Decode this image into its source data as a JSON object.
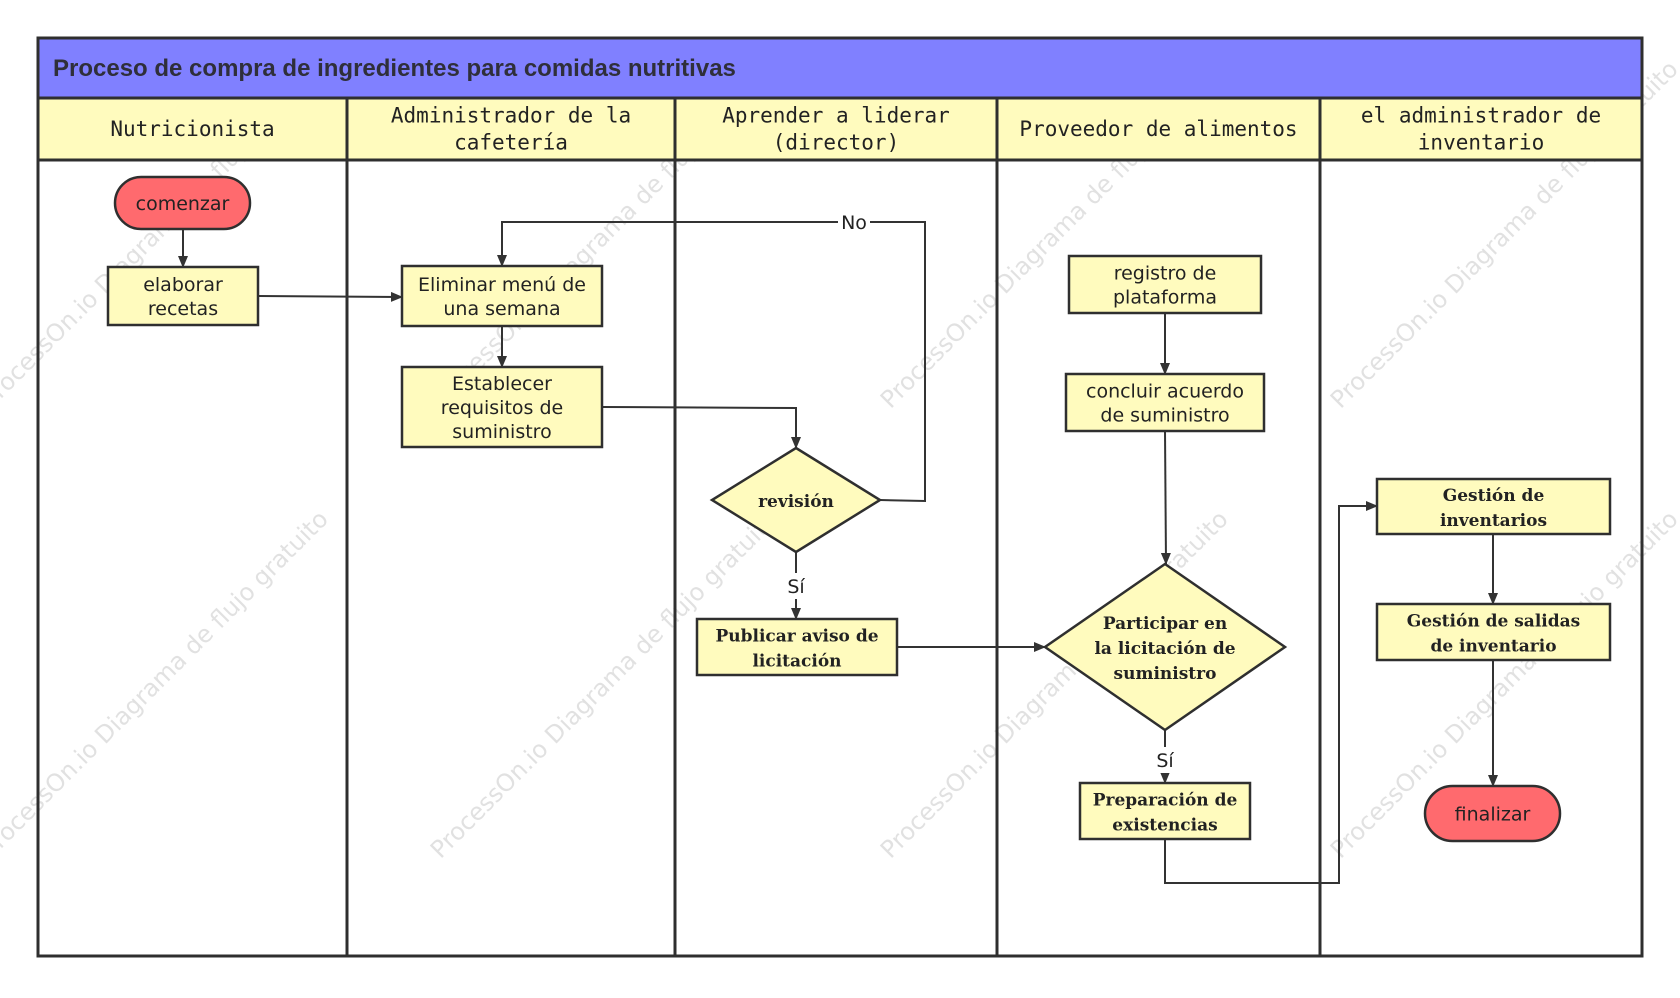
{
  "diagram": {
    "title": "Proceso de compra de ingredientes para comidas nutritivas",
    "watermark": "ProcessOn.io Diagrama de flujo gratuito",
    "colors": {
      "title_bg": "#8080ff",
      "lane_header_bg": "#fffbbe",
      "node_bg": "#fffbbe",
      "terminal_bg": "#ff6a6e",
      "border": "#2f2f2f"
    },
    "lanes": [
      {
        "id": "nutricionista",
        "label_lines": [
          "Nutricionista"
        ]
      },
      {
        "id": "administrador",
        "label_lines": [
          "Administrador de la",
          "cafetería"
        ]
      },
      {
        "id": "director",
        "label_lines": [
          "Aprender a liderar",
          "(director)"
        ]
      },
      {
        "id": "proveedor",
        "label_lines": [
          "Proveedor de alimentos"
        ]
      },
      {
        "id": "inventario",
        "label_lines": [
          "el administrador de",
          "inventario"
        ]
      }
    ],
    "nodes": {
      "comenzar": {
        "type": "terminal",
        "lines": [
          "comenzar"
        ]
      },
      "elaborar": {
        "type": "process",
        "lines": [
          "elaborar",
          "recetas"
        ]
      },
      "eliminar": {
        "type": "process",
        "lines": [
          "Eliminar menú de",
          "una semana"
        ]
      },
      "establecer": {
        "type": "process",
        "lines": [
          "Establecer",
          "requisitos de",
          "suministro"
        ]
      },
      "revision": {
        "type": "decision",
        "lines": [
          "revisión"
        ]
      },
      "publicar": {
        "type": "process",
        "lines": [
          "Publicar aviso de",
          "licitación"
        ]
      },
      "registro": {
        "type": "process",
        "lines": [
          "registro de",
          "plataforma"
        ]
      },
      "concluir": {
        "type": "process",
        "lines": [
          "concluir acuerdo",
          "de suministro"
        ]
      },
      "participar": {
        "type": "decision",
        "lines": [
          "Participar en",
          "la licitación de",
          "suministro"
        ]
      },
      "preparacion": {
        "type": "process",
        "lines": [
          "Preparación de",
          "existencias"
        ]
      },
      "gestion": {
        "type": "process",
        "lines": [
          "Gestión de",
          "inventarios"
        ]
      },
      "salidas": {
        "type": "process",
        "lines": [
          "Gestión de salidas",
          "de inventario"
        ]
      },
      "finalizar": {
        "type": "terminal",
        "lines": [
          "finalizar"
        ]
      }
    },
    "edges": [
      {
        "from": "comenzar",
        "to": "elaborar",
        "label": ""
      },
      {
        "from": "elaborar",
        "to": "eliminar",
        "label": ""
      },
      {
        "from": "eliminar",
        "to": "establecer",
        "label": ""
      },
      {
        "from": "establecer",
        "to": "revision",
        "label": ""
      },
      {
        "from": "revision",
        "to": "eliminar",
        "label": "No"
      },
      {
        "from": "revision",
        "to": "publicar",
        "label": "Sí"
      },
      {
        "from": "publicar",
        "to": "participar",
        "label": ""
      },
      {
        "from": "registro",
        "to": "concluir",
        "label": ""
      },
      {
        "from": "concluir",
        "to": "participar",
        "label": ""
      },
      {
        "from": "participar",
        "to": "preparacion",
        "label": "Sí"
      },
      {
        "from": "preparacion",
        "to": "gestion",
        "label": ""
      },
      {
        "from": "gestion",
        "to": "salidas",
        "label": ""
      },
      {
        "from": "salidas",
        "to": "finalizar",
        "label": ""
      }
    ]
  }
}
